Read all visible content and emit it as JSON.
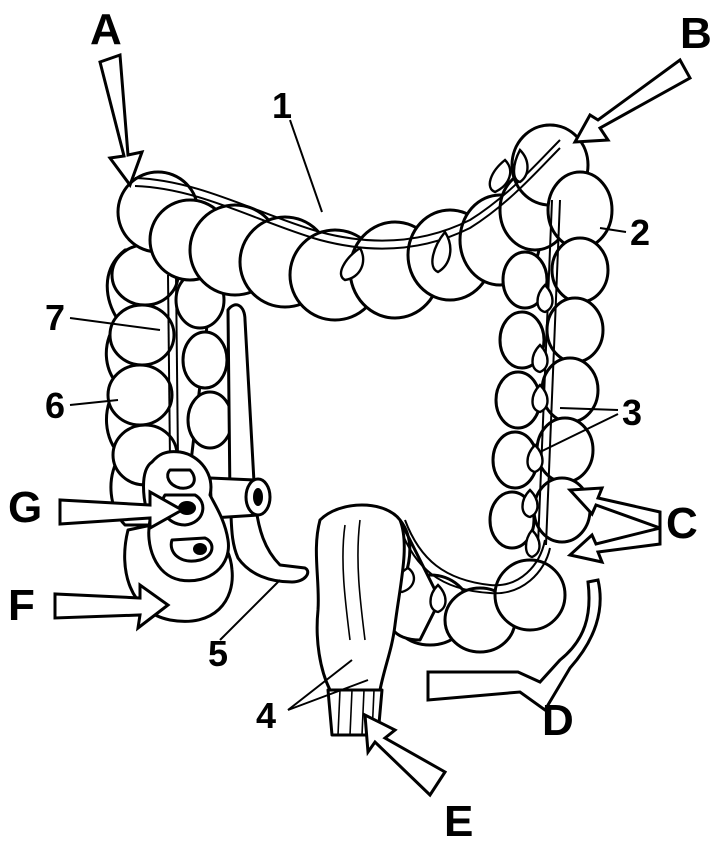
{
  "diagram": {
    "letters": {
      "A": "A",
      "B": "B",
      "C": "C",
      "D": "D",
      "E": "E",
      "F": "F",
      "G": "G"
    },
    "numbers": {
      "n1": "1",
      "n2": "2",
      "n3": "3",
      "n4": "4",
      "n5": "5",
      "n6": "6",
      "n7": "7"
    }
  }
}
